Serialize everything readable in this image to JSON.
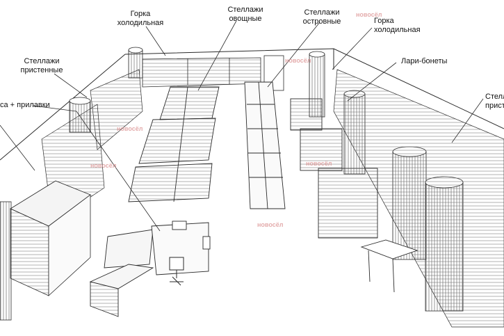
{
  "labels": {
    "gorka_top": [
      "Горка",
      "холодильная"
    ],
    "stellazhi_ovoshchnye": [
      "Стеллажи",
      "овощные"
    ],
    "stellazhi_ostrovnye": [
      "Стеллажи",
      "островные"
    ],
    "gorka_right": [
      "Горка",
      "холодильная"
    ],
    "stellazhi_pristennye_left": [
      "Стеллажи",
      "пристенные"
    ],
    "lari_bonety": "Лари-бонеты",
    "kassa_prilavki": "са + прилавки",
    "stellazhi_pristennye_right": [
      "Стелл",
      "прист"
    ]
  },
  "watermark": "новосёл",
  "colors": {
    "line": "#2a2a2a",
    "floor": "#ffffff",
    "watermark": "#d98a8a"
  }
}
